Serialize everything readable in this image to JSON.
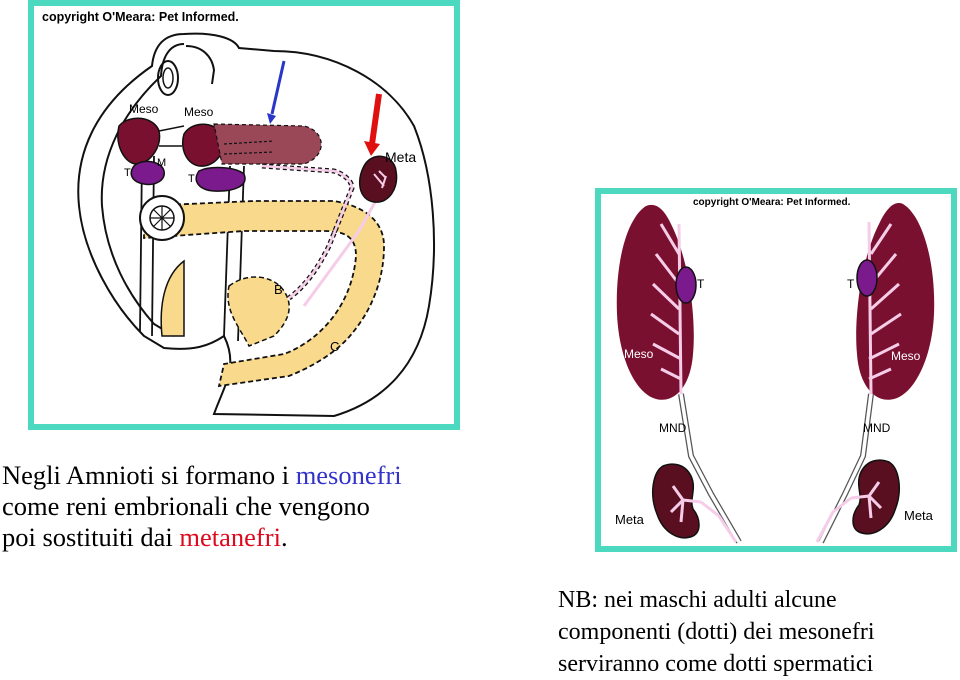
{
  "copyright": "copyright O'Meara: Pet Informed.",
  "embryo_labels": {
    "meso_left": "Meso",
    "meso_right": "Meso",
    "meta": "Meta",
    "t": "T",
    "m": "M",
    "t2": "T",
    "b": "B",
    "c": "C"
  },
  "adult_labels": {
    "t_left": "T",
    "t_right": "T",
    "meso_left": "Meso",
    "meso_right": "Meso",
    "mnd_left": "MND",
    "mnd_right": "MND",
    "meta_left": "Meta",
    "meta_right": "Meta"
  },
  "text_main": {
    "p1": "Negli Amnioti si formano i ",
    "mesonefri": "mesonefri",
    "line2": "come reni embrionali che vengono",
    "p3": "poi sostituiti dai ",
    "metanefri": "metanefri",
    "period": "."
  },
  "text_nb": {
    "line1": "NB: nei maschi adulti alcune",
    "line2": "componenti (dotti) dei mesonefri",
    "line3": "serviranno come dotti spermatici"
  },
  "colors": {
    "frame": "#4dd8c0",
    "kidney": "#7a1030",
    "testis": "#7a1a8c",
    "gut": "#f9d98c",
    "arrow_blue": "#2a36c8",
    "arrow_red": "#e01010",
    "duct_pink": "#f6cde8"
  }
}
